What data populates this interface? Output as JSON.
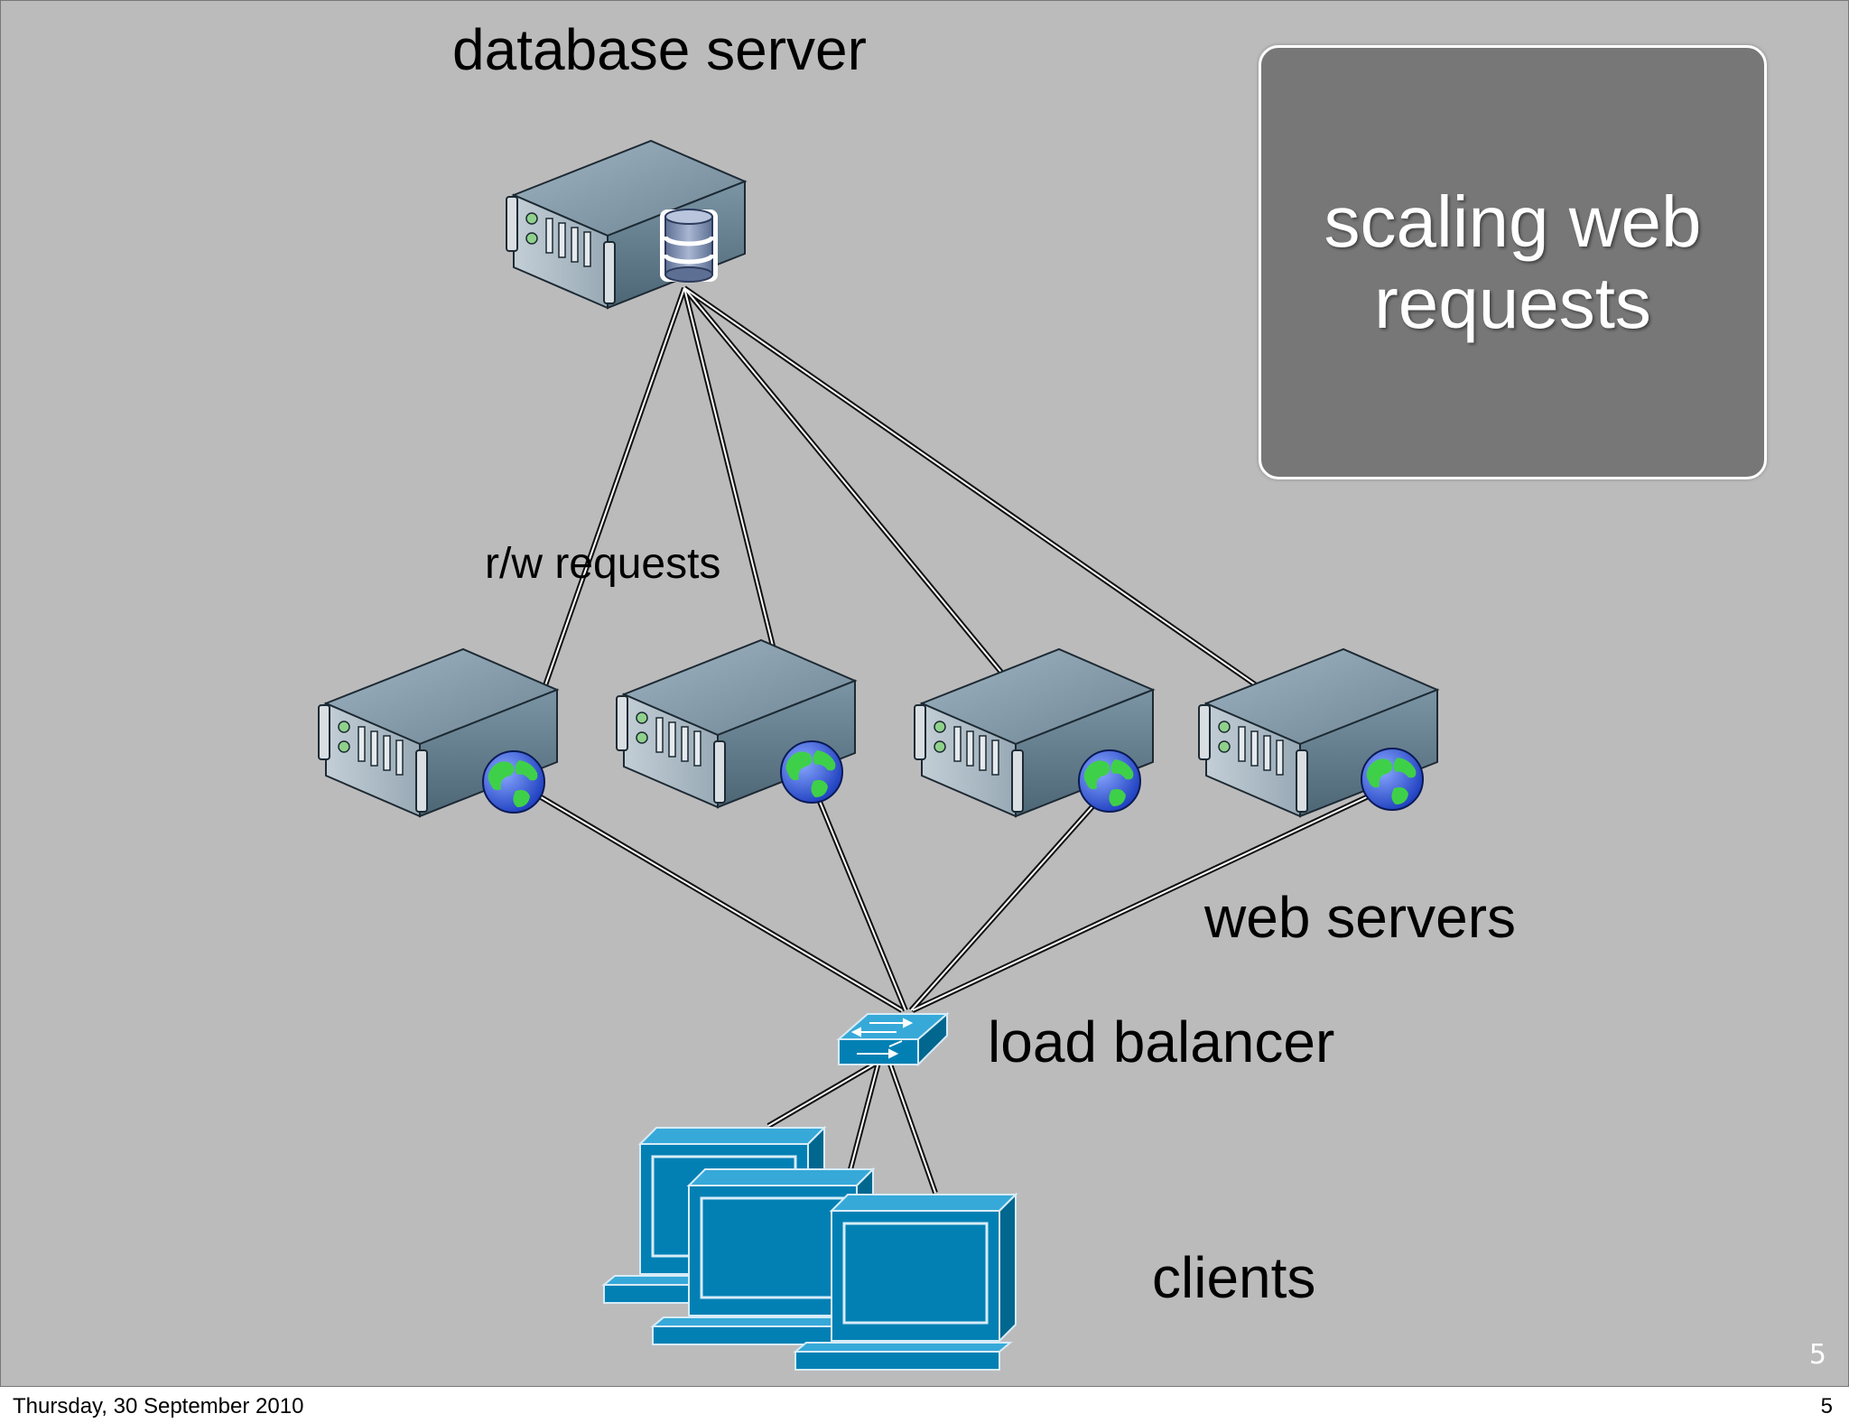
{
  "labels": {
    "database_server": "database server",
    "rw_requests": "r/w requests",
    "web_servers": "web servers",
    "load_balancer": "load balancer",
    "clients": "clients"
  },
  "title_box": {
    "text": "scaling web requests"
  },
  "slide_number": "5",
  "footer": {
    "date": "Thursday, 30 September 2010",
    "page": "5"
  },
  "icons": {
    "database_server": "database-server-icon",
    "web_server": "web-server-icon",
    "load_balancer": "network-switch-icon",
    "client": "desktop-computer-icon"
  },
  "colors": {
    "slide_background": "#bcbbbc",
    "title_box": "#787778",
    "device_blue": "#0280b4"
  }
}
